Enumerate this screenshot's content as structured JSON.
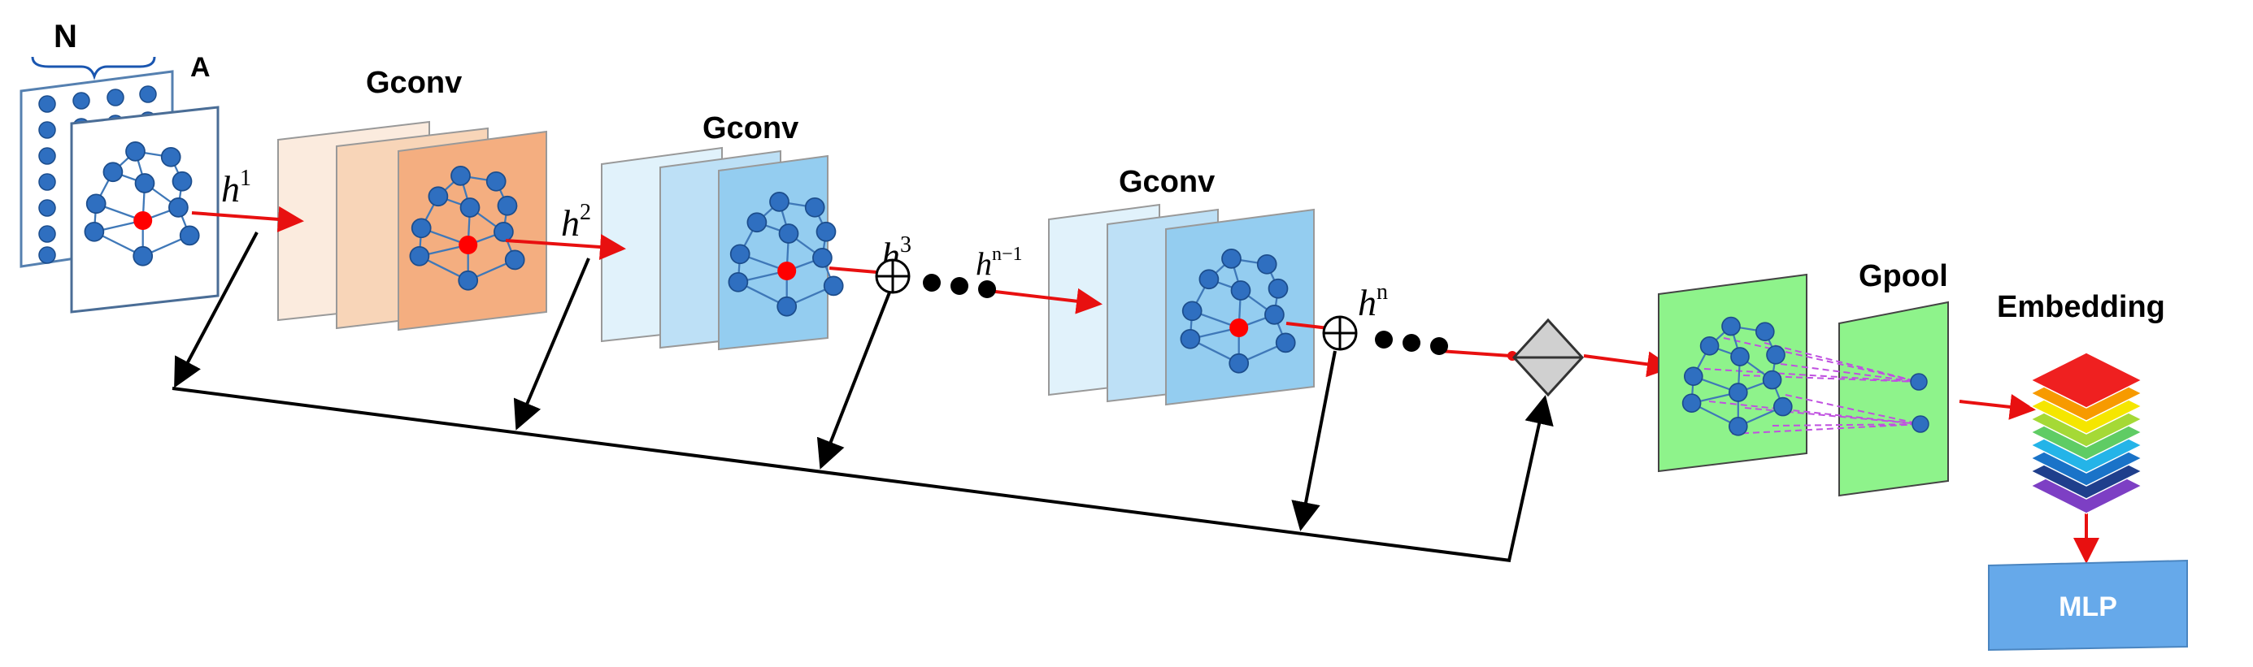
{
  "labels": {
    "n": "N",
    "a": "A",
    "gconv_1": "Gconv",
    "gconv_2": "Gconv",
    "gconv_3": "Gconv",
    "gpool": "Gpool",
    "embedding": "Embedding",
    "mlp": "MLP"
  },
  "hidden_states": [
    {
      "base": "h",
      "sup": "1"
    },
    {
      "base": "h",
      "sup": "2"
    },
    {
      "base": "h",
      "sup": "3"
    },
    {
      "base": "h",
      "sup": "n−1"
    },
    {
      "base": "h",
      "sup": "n"
    }
  ],
  "colors": {
    "node": "#2f6fc0",
    "node_stroke": "#1c4d8c",
    "highlight_node": "#ff0000",
    "edge": "#3f78b8",
    "arrow_main": "#e81010",
    "skip_arrow": "#000000",
    "orange_layers": [
      "#fbebde",
      "#f8d5b8",
      "#f4ae80"
    ],
    "blue_layers": [
      "#e1f2fb",
      "#bde0f6",
      "#94cdf0"
    ],
    "pool_green": "#8ef38b",
    "embedding_layers": [
      "#7d3fc4",
      "#1f3f8c",
      "#1a73c8",
      "#24b4e8",
      "#5fcc64",
      "#a5d936",
      "#f5e600",
      "#f79a00",
      "#ef2020"
    ],
    "mlp_fill": "#66a9ea",
    "readout_fill": "#d0d0d0"
  }
}
